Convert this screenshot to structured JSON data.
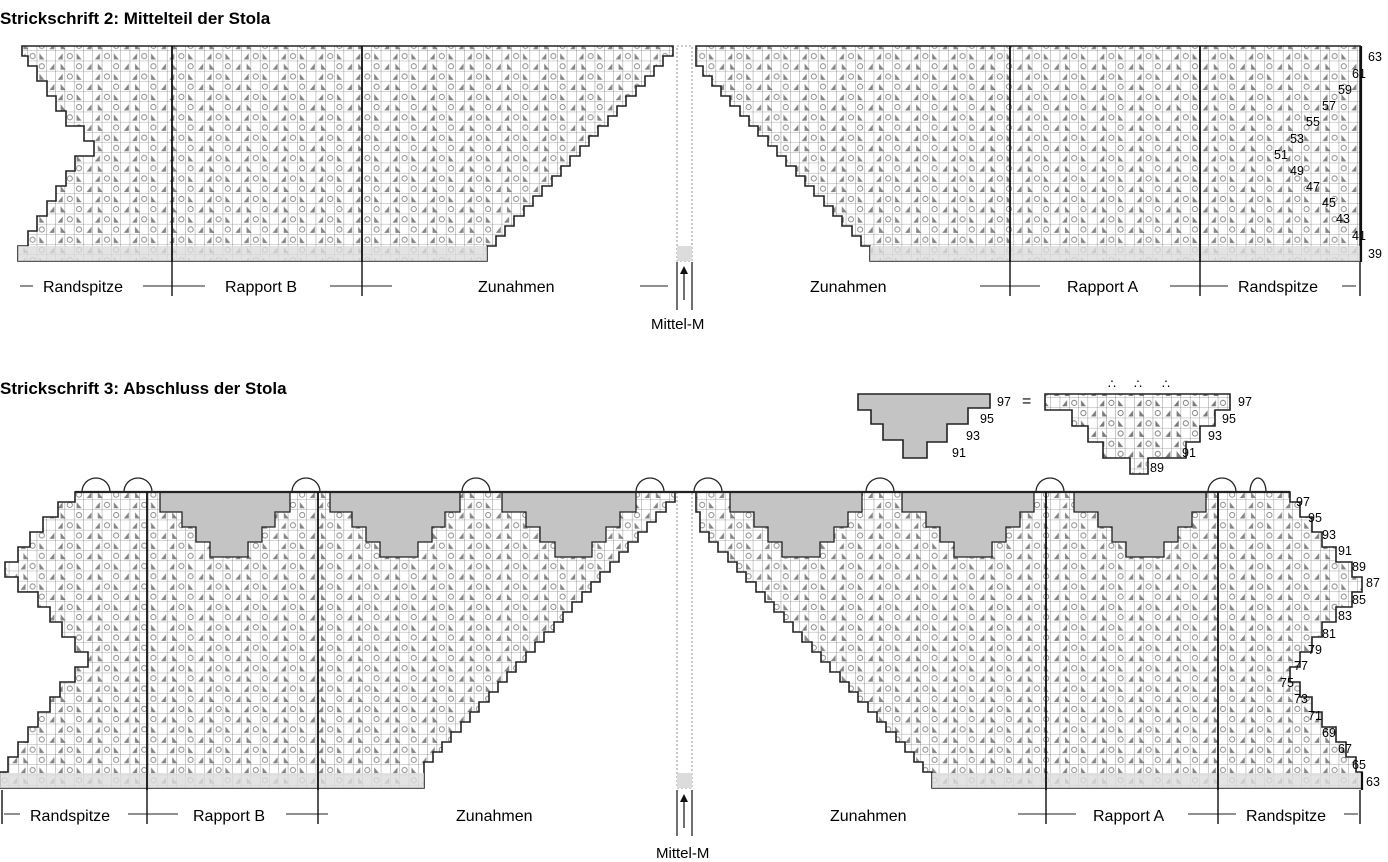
{
  "chart2": {
    "title": "Strickschrift 2: Mittelteil der Stola",
    "row_numbers": [
      "63",
      "61",
      "59",
      "57",
      "55",
      "53",
      "51",
      "49",
      "47",
      "45",
      "43",
      "41",
      "39"
    ],
    "labels": {
      "randspitze_left": "Randspitze",
      "rapport_b": "Rapport B",
      "zunahmen_left": "Zunahmen",
      "zunahmen_right": "Zunahmen",
      "rapport_a": "Rapport A",
      "randspitze_right": "Randspitze",
      "mittel_m": "Mittel-M"
    }
  },
  "chart3": {
    "title": "Strickschrift 3: Abschluss der Stola",
    "row_numbers": [
      "97",
      "95",
      "93",
      "91",
      "89",
      "87",
      "85",
      "83",
      "81",
      "79",
      "77",
      "75",
      "73",
      "71",
      "69",
      "67",
      "65",
      "63"
    ],
    "labels": {
      "randspitze_left": "Randspitze",
      "rapport_b": "Rapport B",
      "zunahmen_left": "Zunahmen",
      "zunahmen_right": "Zunahmen",
      "rapport_a": "Rapport A",
      "randspitze_right": "Randspitze",
      "mittel_m": "Mittel-M"
    }
  },
  "inset": {
    "equals": "=",
    "small_rows": [
      "97",
      "95",
      "93",
      "91"
    ],
    "detail_rows": [
      "97",
      "95",
      "93",
      "91",
      "89"
    ]
  },
  "colors": {
    "grid": "#333333",
    "shade": "#c8c8c8",
    "band": "#dcdcdc",
    "ink": "#1a1a1a"
  }
}
